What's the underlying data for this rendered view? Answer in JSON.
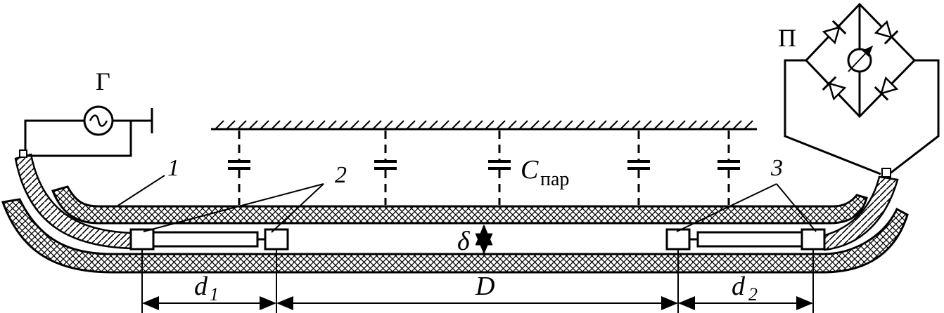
{
  "labels": {
    "generator": "Г",
    "indicator": "П",
    "capacitance_main": "C",
    "capacitance_sub": "пар",
    "gap": "δ",
    "dim_d1_main": "d",
    "dim_d1_sub": "1",
    "dim_D": "D",
    "dim_d2_main": "d",
    "dim_d2_sub": "2",
    "callout_1": "1",
    "callout_2": "2",
    "callout_3": "3"
  },
  "symbols": {
    "generator_glyph": "~"
  },
  "colors": {
    "ink": "#000000",
    "paper": "#ffffff"
  }
}
